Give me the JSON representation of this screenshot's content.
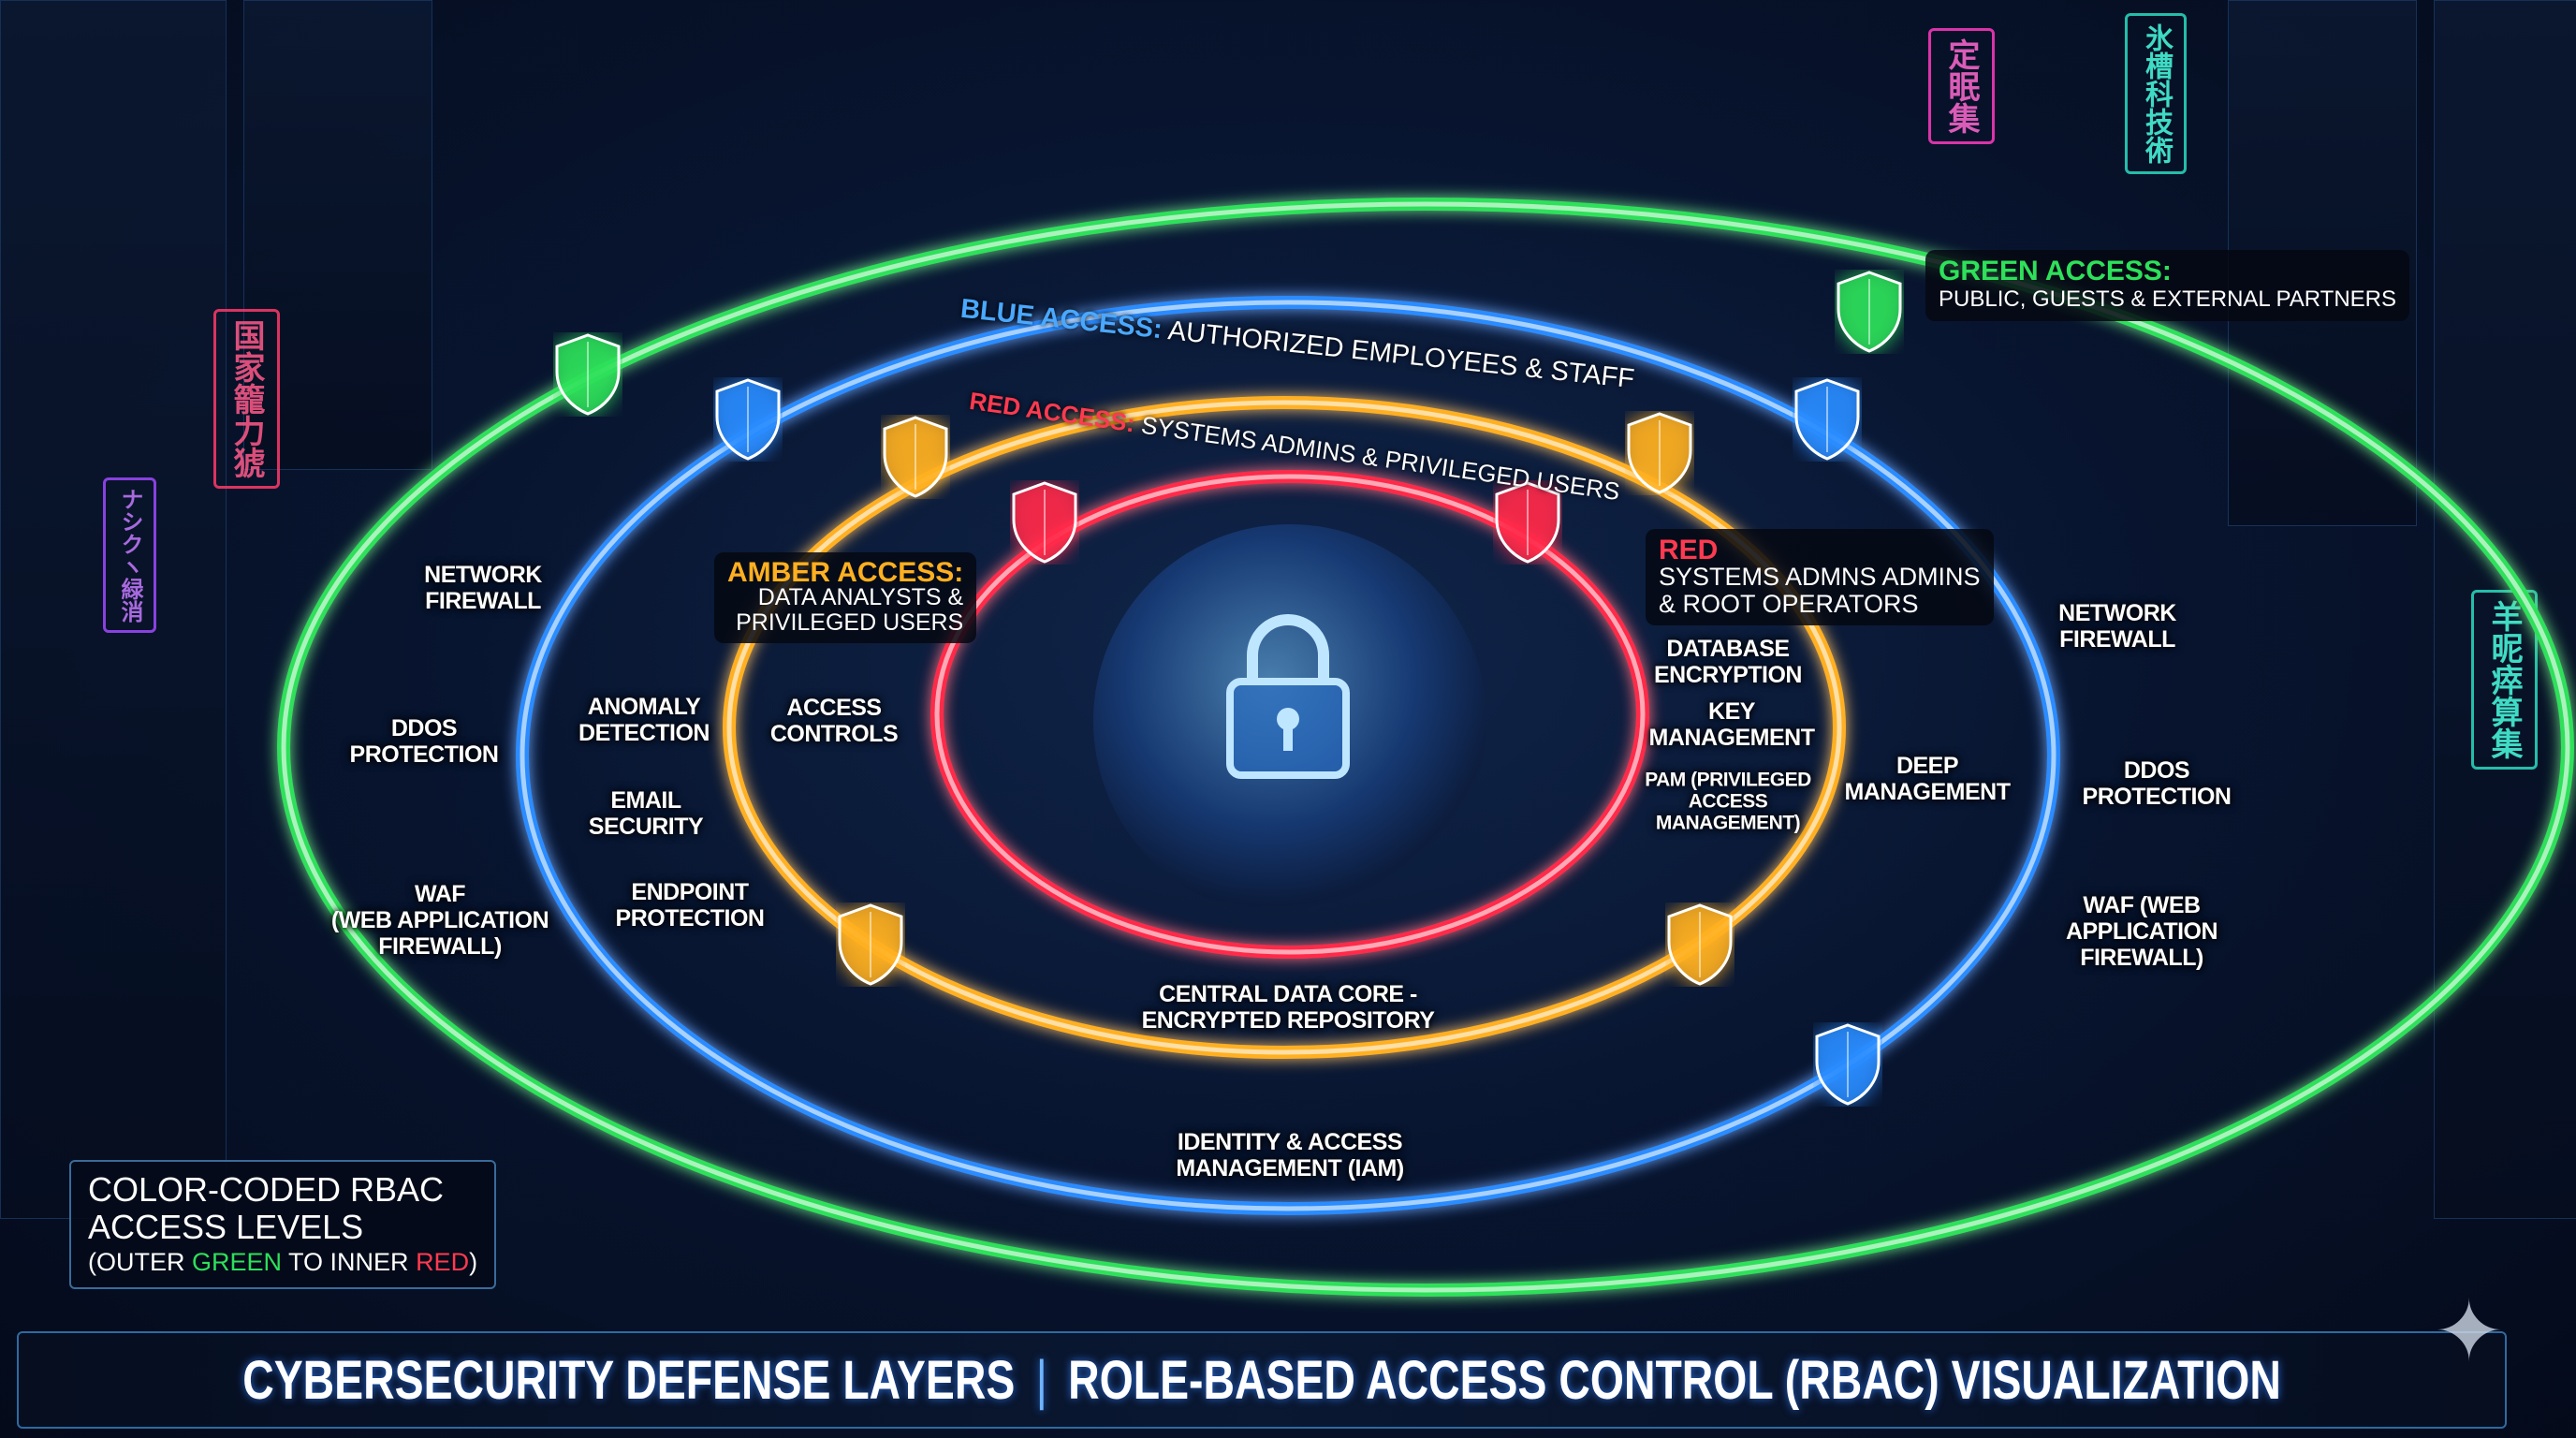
{
  "title": {
    "left": "CYBERSECURITY DEFENSE LAYERS",
    "separator": "|",
    "right": "ROLE-BASED ACCESS CONTROL (RBAC) VISUALIZATION"
  },
  "colors": {
    "green": "#2ee05a",
    "blue": "#2a8cff",
    "amber": "#ffb020",
    "red": "#ff2a4a"
  },
  "rings": [
    {
      "level": "green",
      "color": "#2ee05a"
    },
    {
      "level": "blue",
      "color": "#2a8cff"
    },
    {
      "level": "amber",
      "color": "#ffb020"
    },
    {
      "level": "red",
      "color": "#ff2a4a"
    }
  ],
  "access_labels": {
    "green": {
      "heading": "GREEN ACCESS:",
      "text": "PUBLIC, GUESTS & EXTERNAL PARTNERS"
    },
    "blue": {
      "heading": "BLUE ACCESS:",
      "text": "AUTHORIZED EMPLOYEES & STAFF"
    },
    "amber": {
      "heading": "AMBER ACCESS:",
      "line1": "DATA ANALYSTS &",
      "line2": "PRIVILEGED USERS"
    },
    "red_arc": {
      "heading": "RED ACCESS:",
      "text": "SYSTEMS ADMINS & PRIVILEGED USERS"
    },
    "red_box": {
      "heading": "RED",
      "line1": "SYSTEMS ADMNS ADMINS",
      "line2": "& ROOT OPERATORS"
    }
  },
  "controls": {
    "network_firewall_left": [
      "NETWORK",
      "FIREWALL"
    ],
    "ddos_left": [
      "DDOS",
      "PROTECTION"
    ],
    "waf_left": [
      "WAF",
      "(WEB APPLICATION",
      "FIREWALL)"
    ],
    "anomaly": [
      "ANOMALY",
      "DETECTION"
    ],
    "email": [
      "EMAIL",
      "SECURITY"
    ],
    "endpoint": [
      "ENDPOINT",
      "PROTECTION"
    ],
    "access_controls": [
      "ACCESS",
      "CONTROLS"
    ],
    "database_encryption": [
      "DATABASE",
      "ENCRYPTION"
    ],
    "key_management": [
      "KEY",
      "MANAGEMENT"
    ],
    "pam": [
      "PAM (PRIVILEGED",
      "ACCESS",
      "MANAGEMENT)"
    ],
    "deep_management": [
      "DEEP",
      "MANAGEMENT"
    ],
    "network_firewall_right": [
      "NETWORK",
      "FIREWALL"
    ],
    "ddos_right": [
      "DDOS",
      "PROTECTION"
    ],
    "waf_right": [
      "WAF (WEB",
      "APPLICATION",
      "FIREWALL)"
    ],
    "central_core": [
      "CENTRAL DATA CORE -",
      "ENCRYPTED REPOSITORY"
    ],
    "iam": [
      "IDENTITY & ACCESS",
      "MANAGEMENT (IAM)"
    ]
  },
  "legend": {
    "line1": "COLOR-CODED RBAC",
    "line2": "ACCESS LEVELS",
    "prefix": "(OUTER ",
    "green_word": "GREEN",
    "middle": " TO INNER ",
    "red_word": "RED",
    "suffix": ")"
  },
  "icons": {
    "center": "lock-icon",
    "markers": "shield-icon"
  },
  "signs": [
    "国家籠力猇",
    "定眠集",
    "氷槽科技術",
    "ナシクヽ緑消",
    "羊昵瘁算集"
  ]
}
